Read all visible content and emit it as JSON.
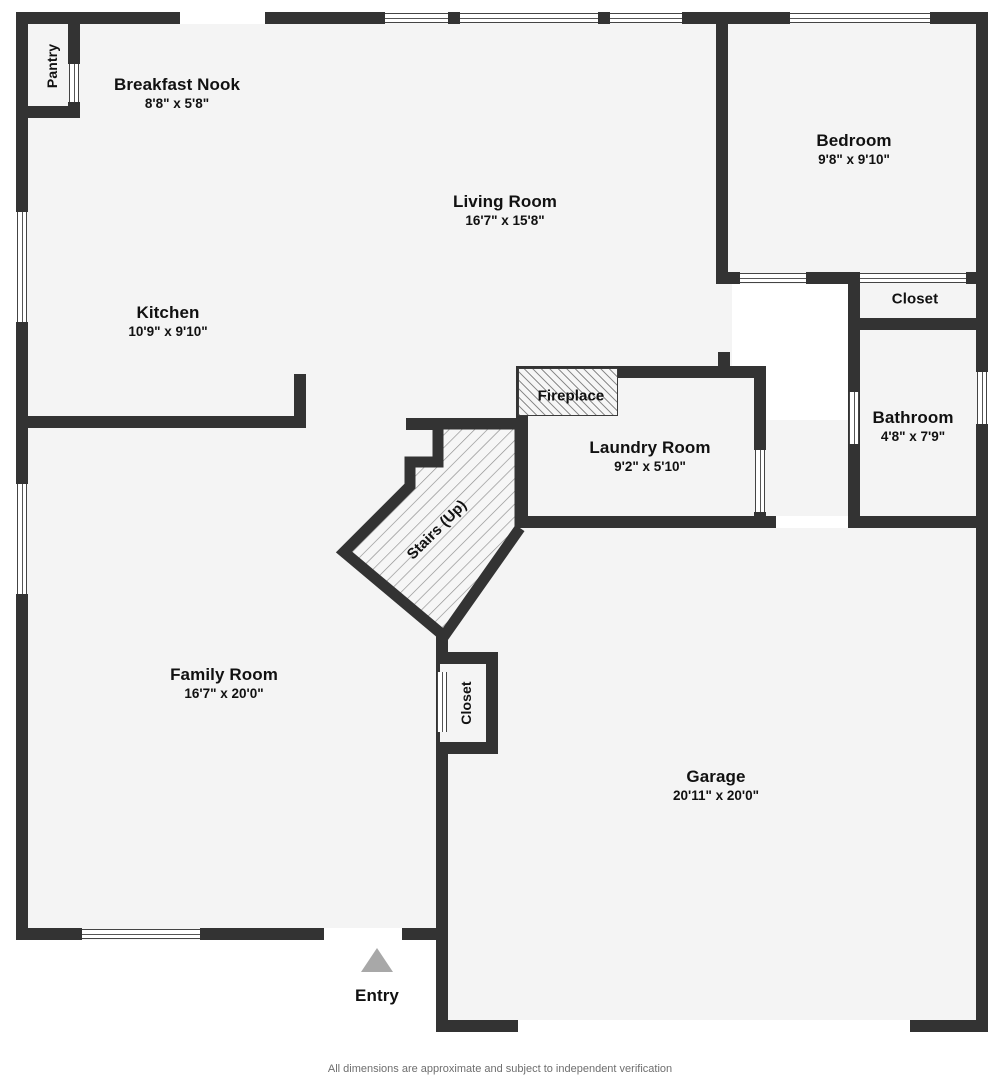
{
  "plan": {
    "footer_note": "All dimensions are approximate and subject to independent verification",
    "colors": {
      "wall": "#333333",
      "floor": "#f4f4f4",
      "page_background": "#ffffff",
      "hatch_line": "#8d8d8d",
      "entry_marker": "#a8a8a8",
      "label_text": "#111111",
      "footer_text": "#6e6e6e"
    }
  },
  "rooms": [
    {
      "id": "pantry",
      "name": "Pantry",
      "dimensions": ""
    },
    {
      "id": "breakfast_nook",
      "name": "Breakfast Nook",
      "dimensions": "8'8\" x 5'8\""
    },
    {
      "id": "living_room",
      "name": "Living Room",
      "dimensions": "16'7\" x 15'8\""
    },
    {
      "id": "bedroom",
      "name": "Bedroom",
      "dimensions": "9'8\" x 9'10\""
    },
    {
      "id": "kitchen",
      "name": "Kitchen",
      "dimensions": "10'9\" x 9'10\""
    },
    {
      "id": "closet_bedroom",
      "name": "Closet",
      "dimensions": ""
    },
    {
      "id": "fireplace",
      "name": "Fireplace",
      "dimensions": ""
    },
    {
      "id": "laundry_room",
      "name": "Laundry Room",
      "dimensions": "9'2\" x 5'10\""
    },
    {
      "id": "bathroom",
      "name": "Bathroom",
      "dimensions": "4'8\" x 7'9\""
    },
    {
      "id": "stairs",
      "name": "Stairs (Up)",
      "dimensions": ""
    },
    {
      "id": "family_room",
      "name": "Family Room",
      "dimensions": "16'7\" x 20'0\""
    },
    {
      "id": "closet_hall",
      "name": "Closet",
      "dimensions": ""
    },
    {
      "id": "garage",
      "name": "Garage",
      "dimensions": "20'11\" x 20'0\""
    },
    {
      "id": "entry",
      "name": "Entry",
      "dimensions": ""
    }
  ]
}
